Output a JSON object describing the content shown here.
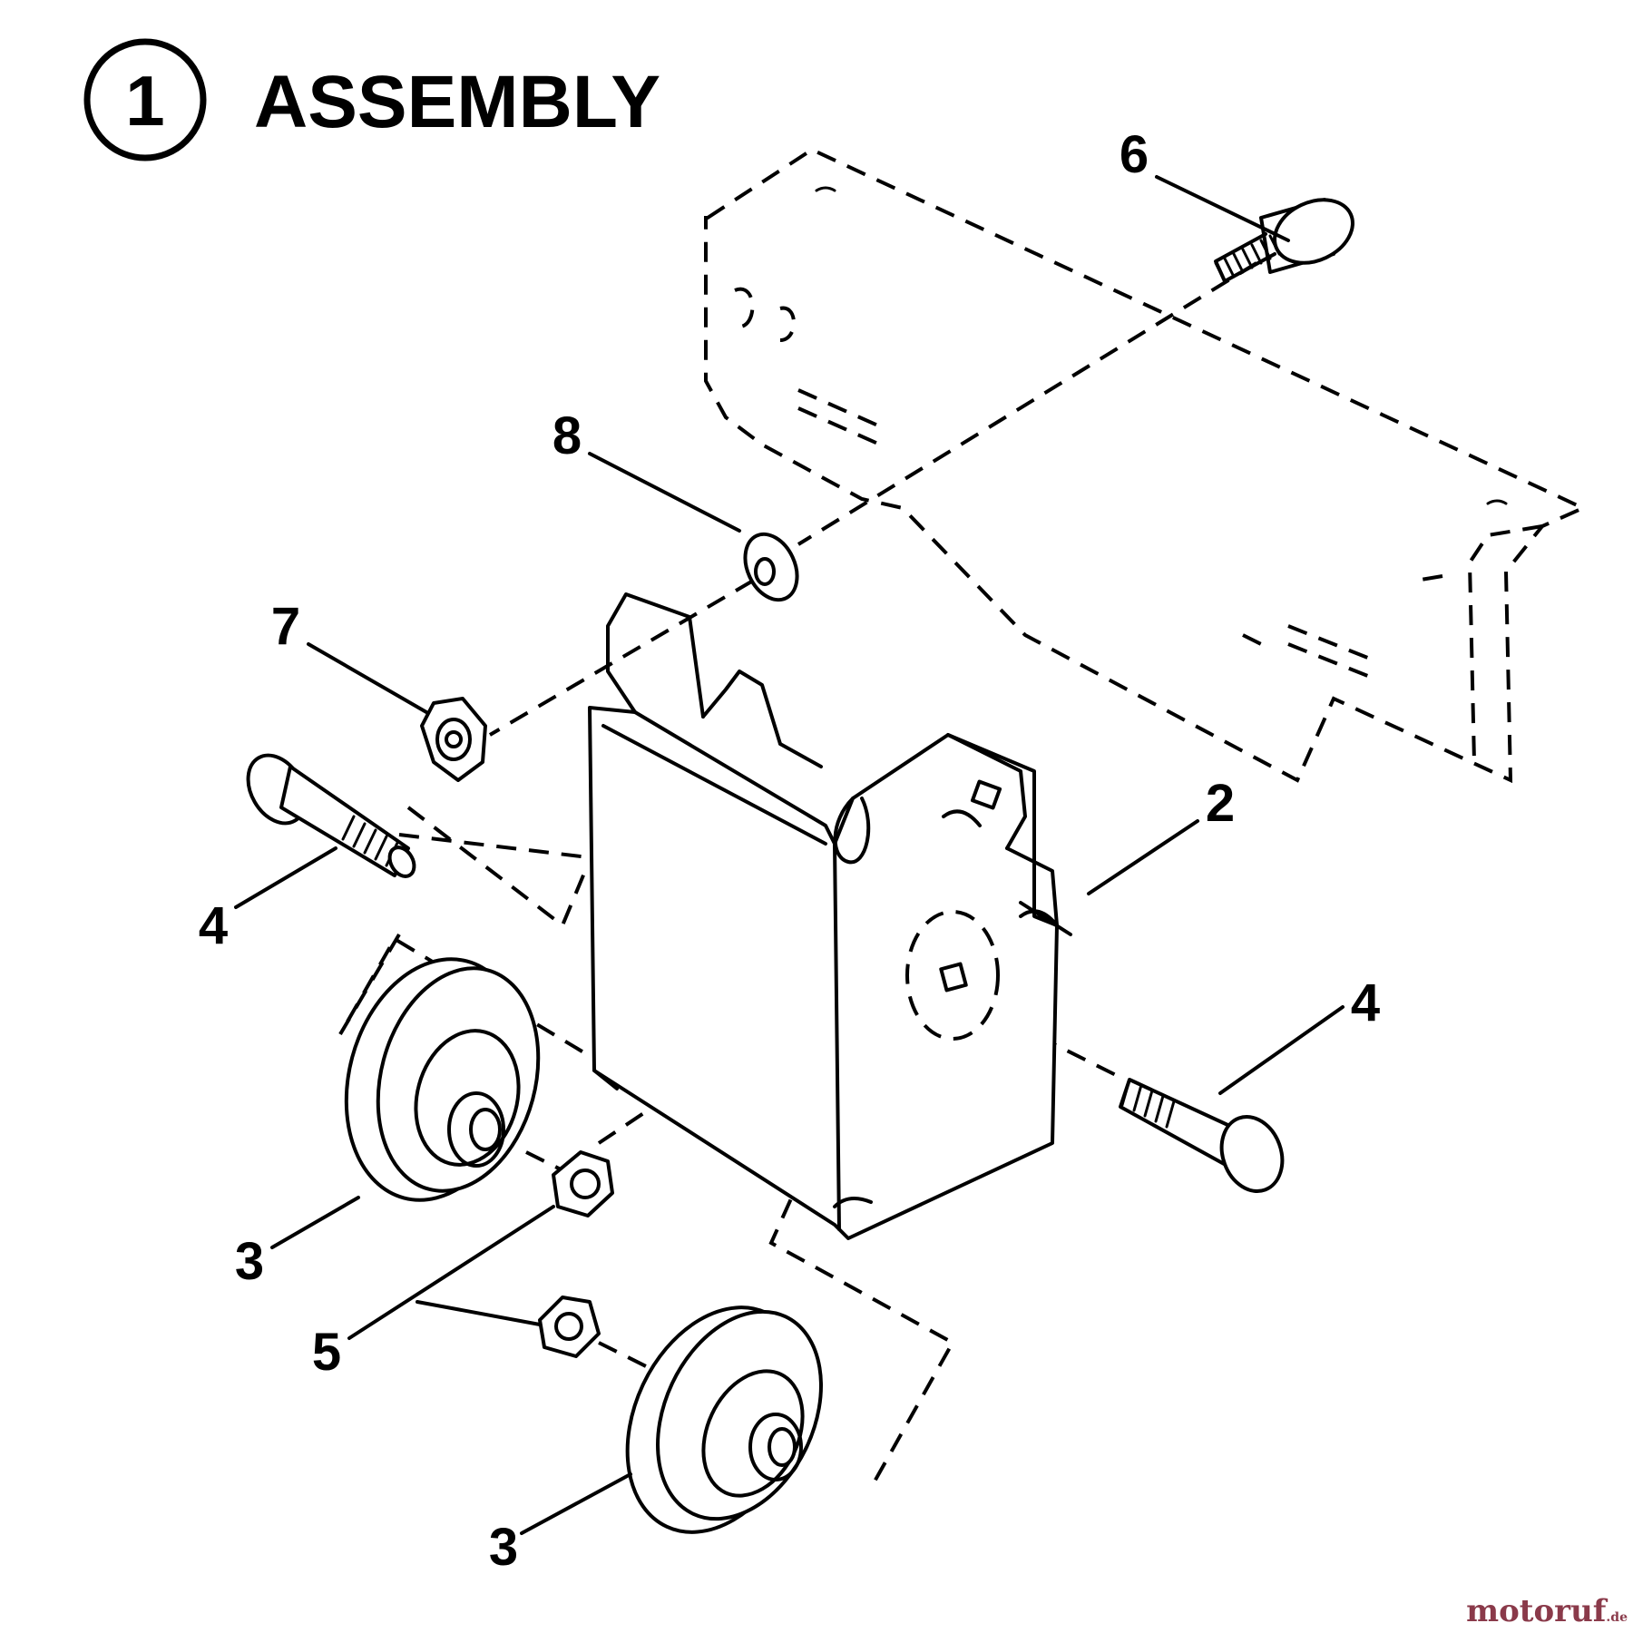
{
  "header": {
    "section_number": "1",
    "title": "ASSEMBLY"
  },
  "callouts": {
    "part_6": "6",
    "part_8": "8",
    "part_7": "7",
    "part_4_left": "4",
    "part_2": "2",
    "part_4_right": "4",
    "part_3_upper": "3",
    "part_5": "5",
    "part_3_lower": "3"
  },
  "watermark": {
    "brand": "motoruf",
    "tld": ".de"
  },
  "colors": {
    "line": "#000000",
    "background": "#ffffff",
    "watermark": "#8a3a4a"
  }
}
